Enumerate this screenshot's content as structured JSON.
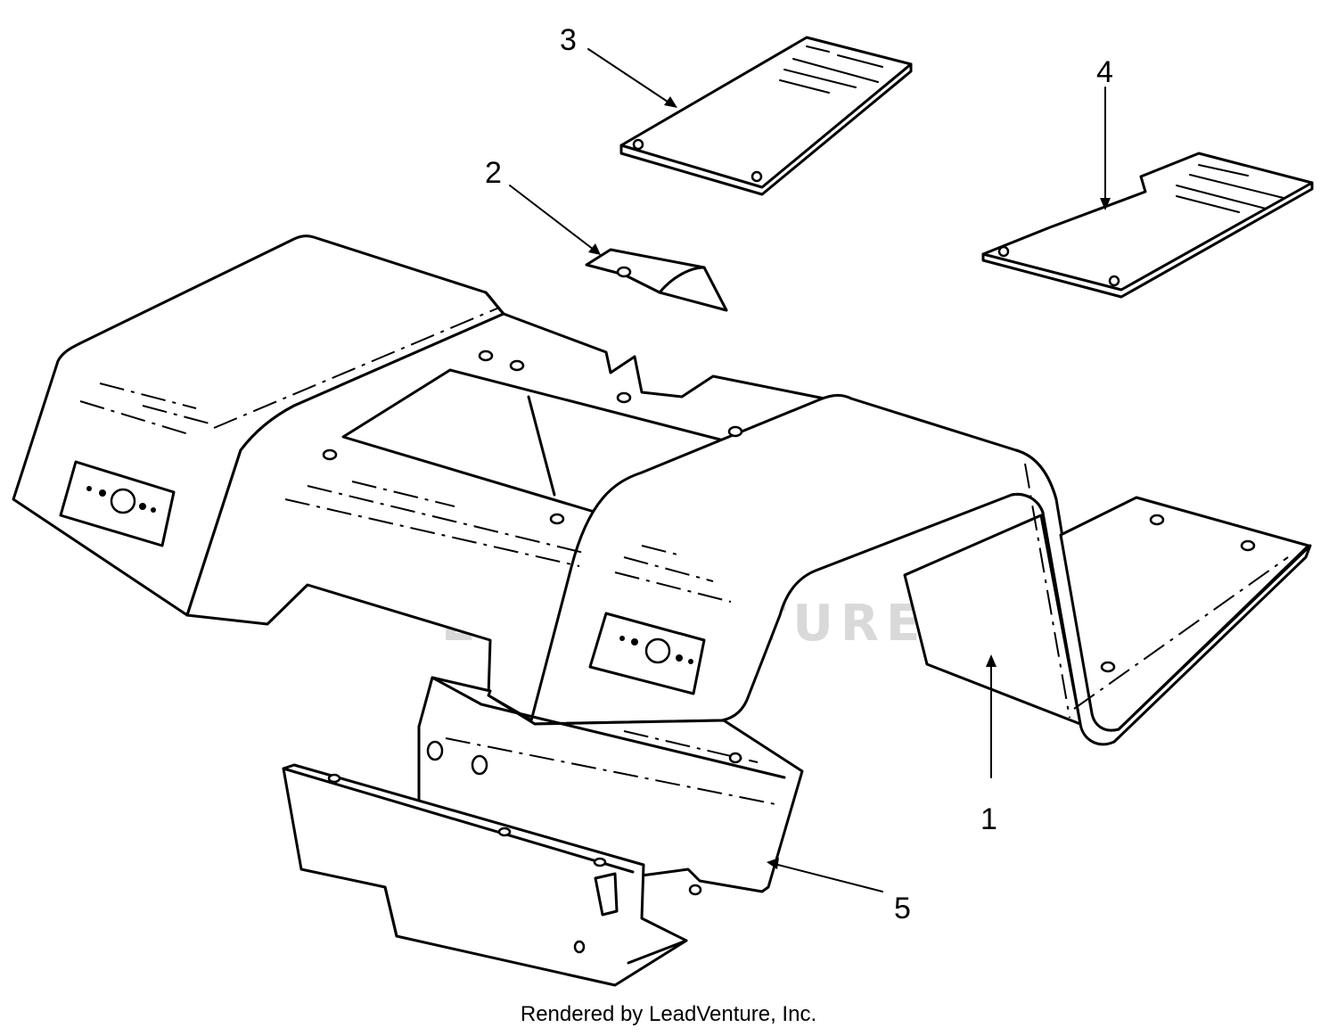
{
  "callouts": [
    {
      "id": "1",
      "label": "1"
    },
    {
      "id": "2",
      "label": "2"
    },
    {
      "id": "3",
      "label": "3"
    },
    {
      "id": "4",
      "label": "4"
    },
    {
      "id": "5",
      "label": "5"
    }
  ],
  "watermark": {
    "text": "LEADVENTURE",
    "color": "#d9d9d9"
  },
  "footer": {
    "credit": "Rendered by LeadVenture, Inc."
  }
}
